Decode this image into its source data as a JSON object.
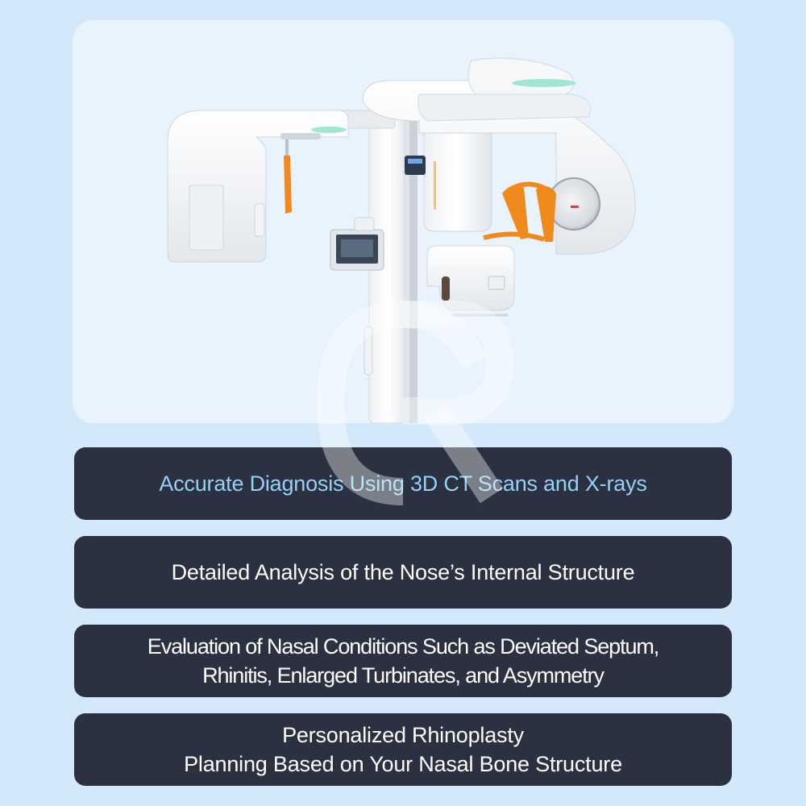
{
  "colors": {
    "page_background": "#d3e8fb",
    "card_background": "#2b3140",
    "accent_text": "#93d1fb",
    "text": "#ffffff",
    "device_accent": "#f08a1c"
  },
  "hero": {
    "image": "dental-3d-ct-xray-scanner"
  },
  "cards": [
    {
      "lines": [
        "Accurate Diagnosis Using 3D CT Scans and X-rays"
      ]
    },
    {
      "lines": [
        "Detailed Analysis of the Nose’s Internal Structure"
      ]
    },
    {
      "lines": [
        "Evaluation of Nasal Conditions Such as Deviated Septum,",
        "Rhinitis, Enlarged Turbinates, and Asymmetry"
      ]
    },
    {
      "lines": [
        "Personalized Rhinoplasty",
        "Planning Based on Your Nasal Bone Structure"
      ]
    }
  ]
}
